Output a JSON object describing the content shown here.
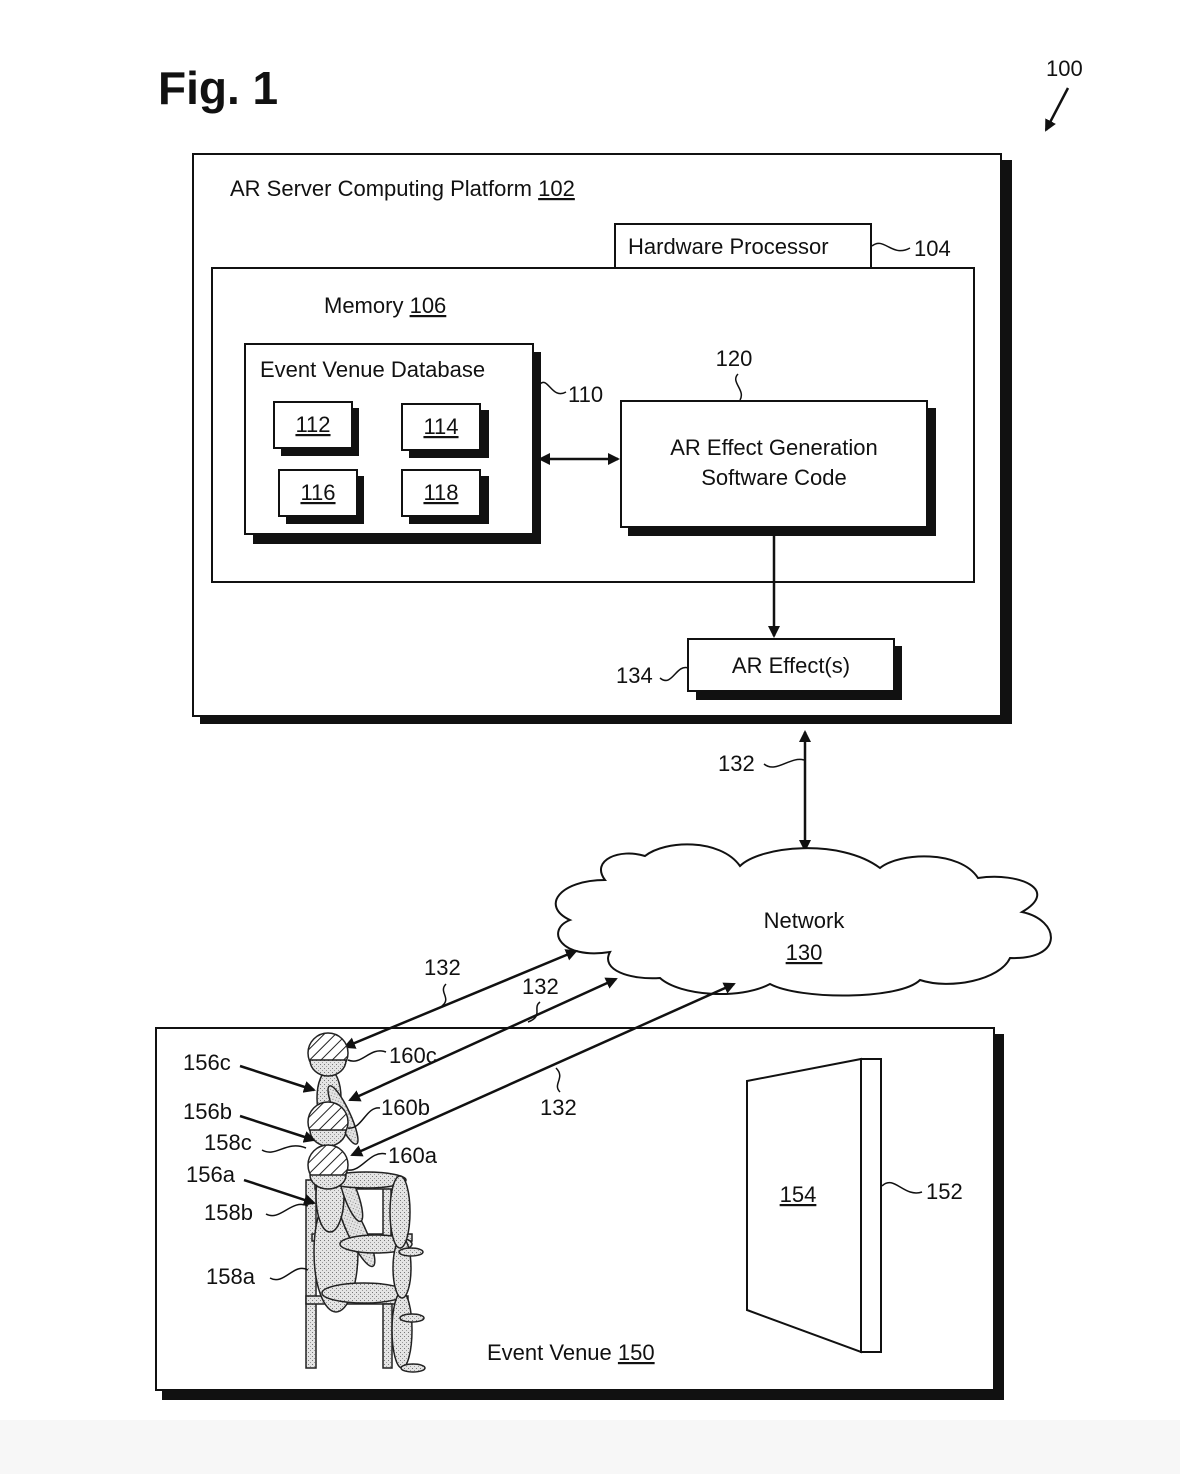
{
  "figure": {
    "title": "Fig. 1",
    "system_ref": "100"
  },
  "server": {
    "label": "AR Server Computing Platform",
    "ref": "102",
    "processor": {
      "label": "Hardware Processor",
      "ref": "104"
    },
    "memory": {
      "label": "Memory",
      "ref": "106",
      "database": {
        "label": "Event Venue Database",
        "ref": "110",
        "records": [
          "112",
          "114",
          "116",
          "118"
        ]
      },
      "software": {
        "line1": "AR Effect Generation",
        "line2": "Software Code",
        "ref": "120"
      }
    },
    "effects": {
      "label": "AR Effect(s)",
      "ref": "134"
    }
  },
  "links": {
    "server_network_ref": "132",
    "user_links": [
      "132",
      "132",
      "132"
    ]
  },
  "network": {
    "label": "Network",
    "ref": "130"
  },
  "venue": {
    "label": "Event Venue",
    "ref": "150",
    "display": {
      "ref": "152",
      "screen_ref": "154"
    },
    "users": [
      {
        "ref": "156a",
        "seat_ref": "158a",
        "device_ref": "160a"
      },
      {
        "ref": "156b",
        "seat_ref": "158b",
        "device_ref": "160b"
      },
      {
        "ref": "156c",
        "seat_ref": "158c",
        "device_ref": "160c"
      }
    ]
  }
}
